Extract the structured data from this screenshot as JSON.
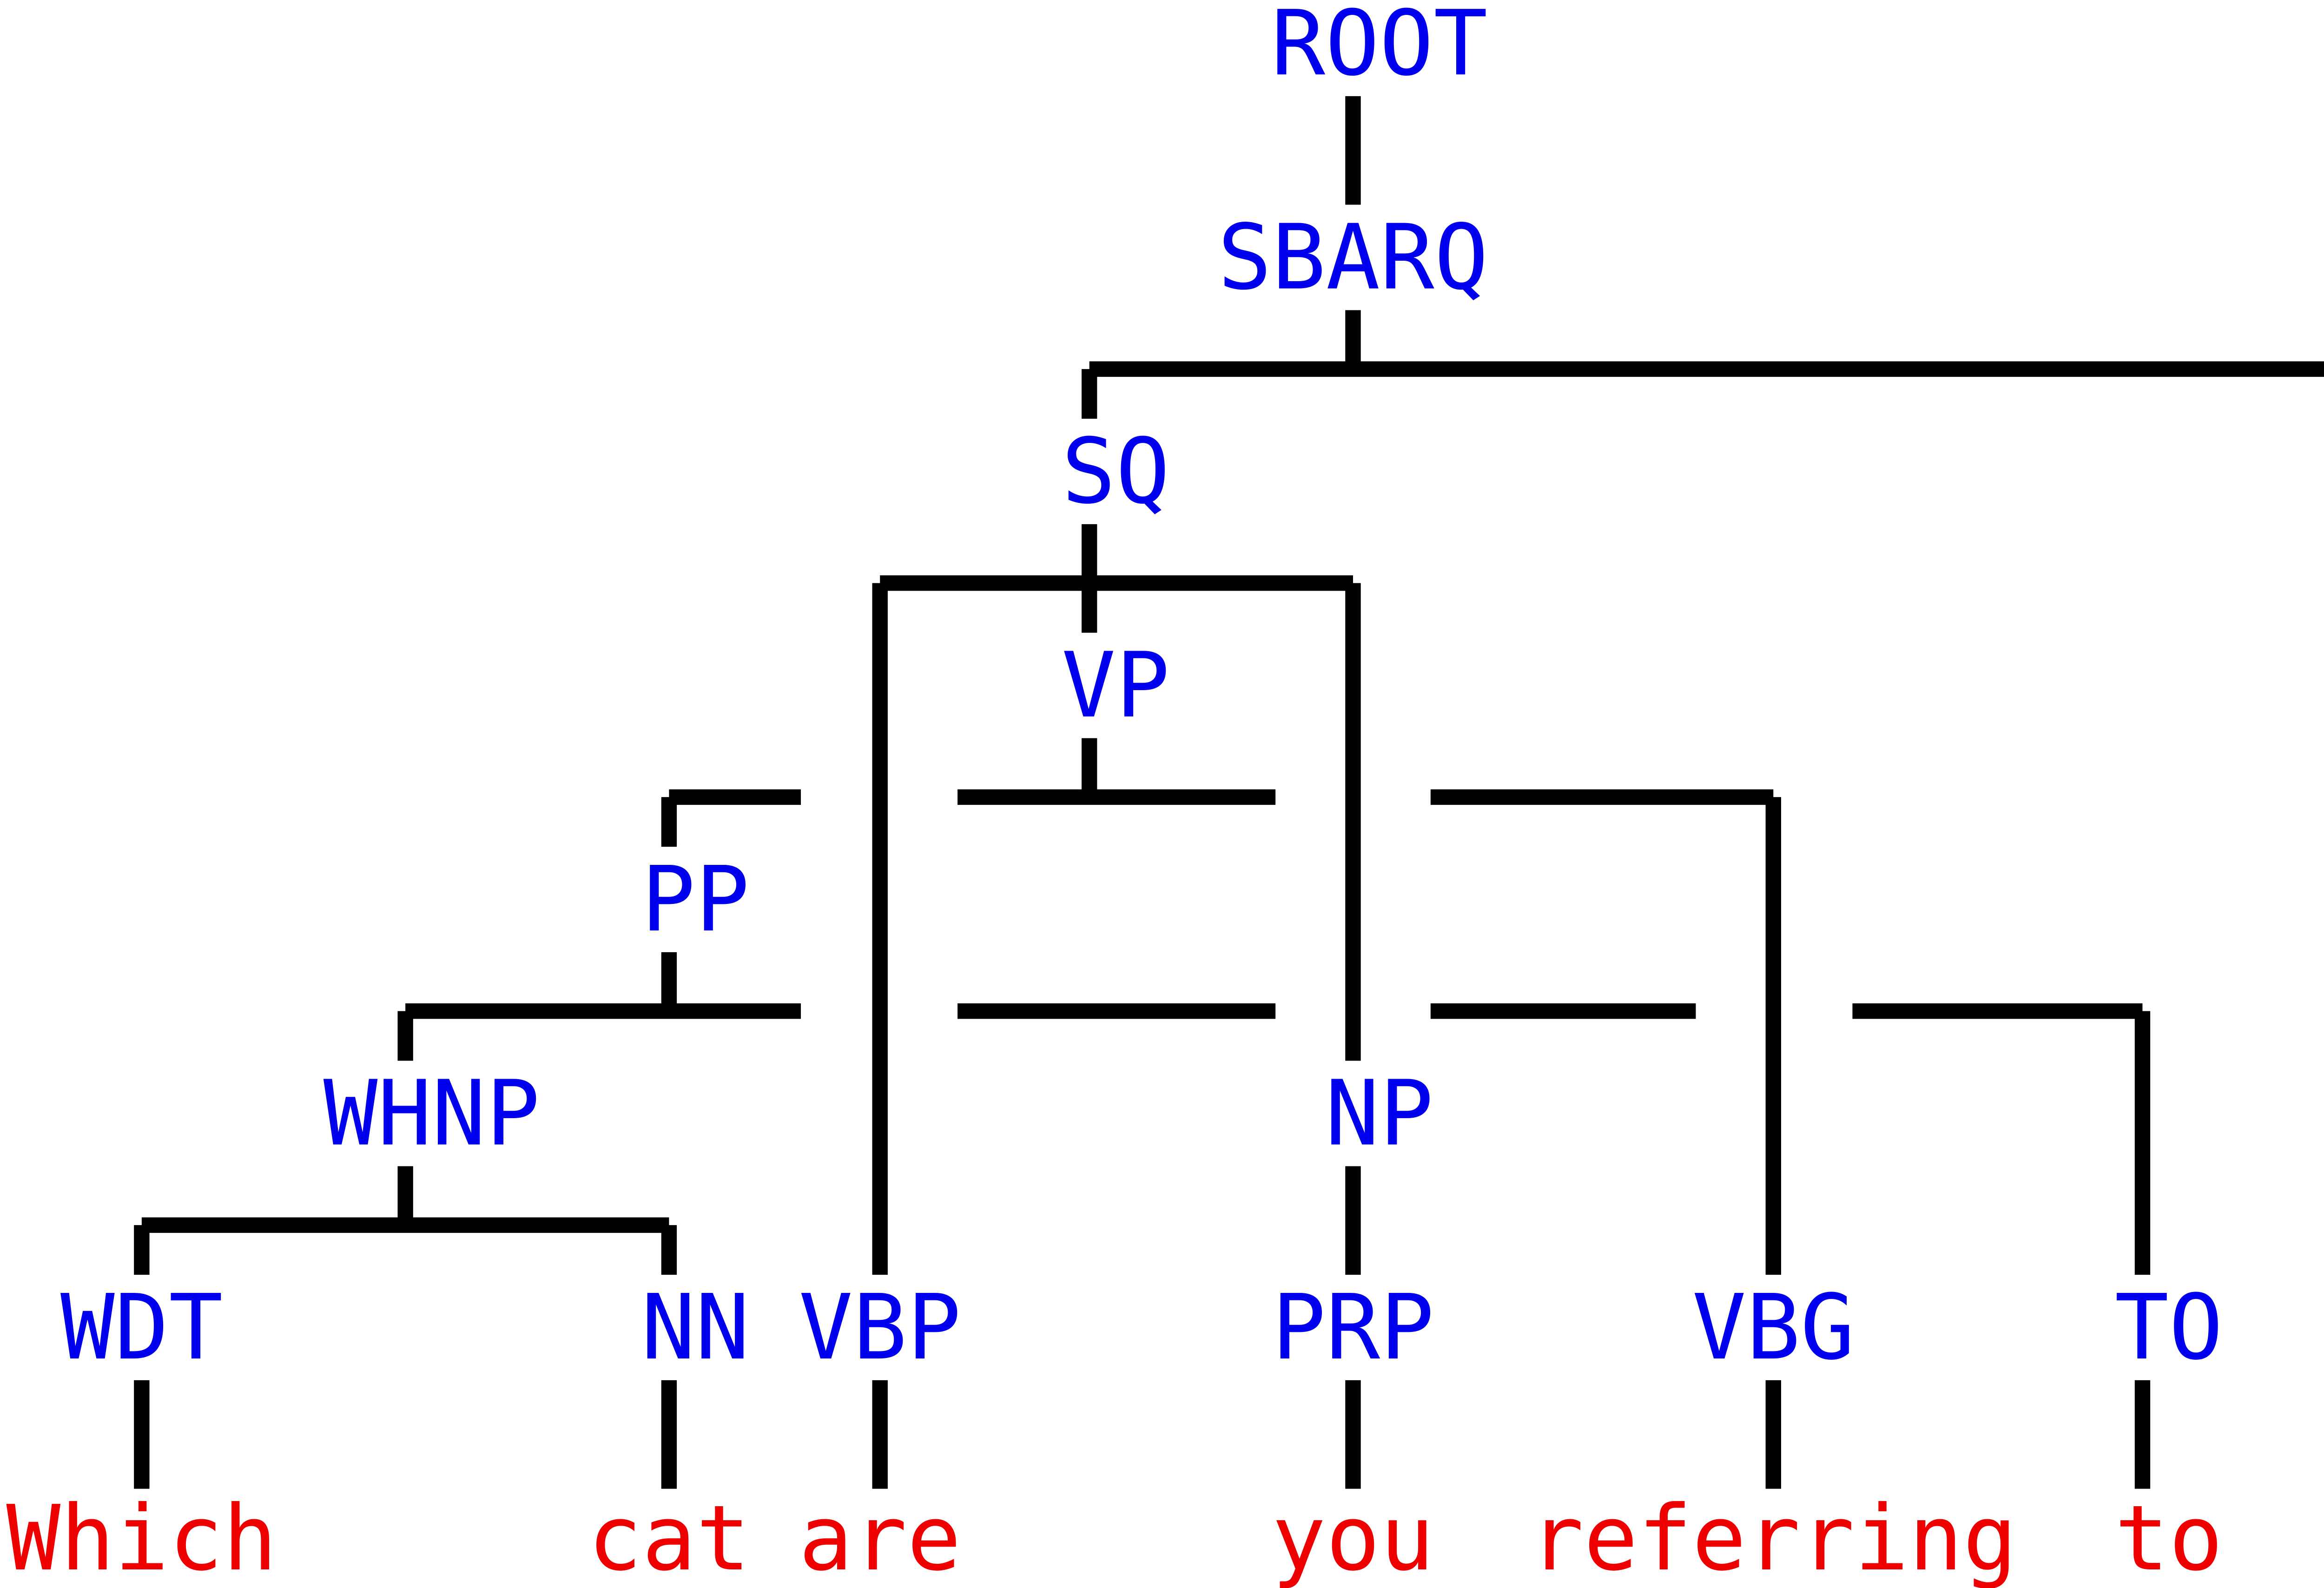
{
  "colors": {
    "category": "#0000ee",
    "word": "#ee0000",
    "edge": "#000000"
  },
  "nodes": {
    "root": "ROOT",
    "sbarq": "SBARQ",
    "sq": "SQ",
    "vp": "VP",
    "pp": "PP",
    "whnp": "WHNP",
    "np": "NP",
    "wdt": "WDT",
    "nn": "NN",
    "vbp": "VBP",
    "prp": "PRP",
    "vbg": "VBG",
    "to": "TO",
    "punct": "."
  },
  "words": {
    "which": "Which",
    "cat": "cat",
    "are": "are",
    "you": "you",
    "referring": "referring",
    "to": "to",
    "qmark": "?"
  }
}
